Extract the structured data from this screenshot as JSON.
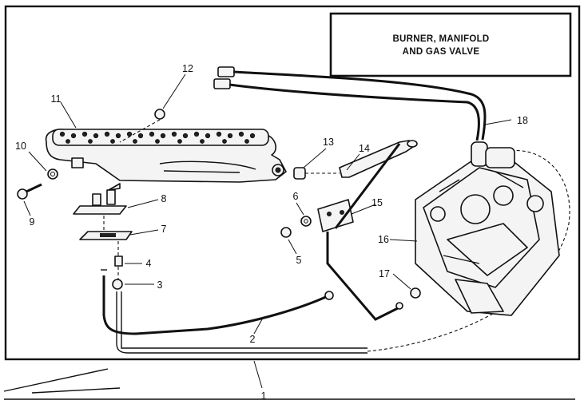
{
  "title": {
    "line1": "BURNER, MANIFOLD",
    "line2": "AND GAS VALVE"
  },
  "callouts": {
    "c1": "1",
    "c2": "2",
    "c3": "3",
    "c4": "4",
    "c5": "5",
    "c6": "6",
    "c7": "7",
    "c8": "8",
    "c9": "9",
    "c10": "10",
    "c11": "11",
    "c12": "12",
    "c13": "13",
    "c14": "14",
    "c15": "15",
    "c16": "16",
    "c17": "17",
    "c18": "18"
  }
}
